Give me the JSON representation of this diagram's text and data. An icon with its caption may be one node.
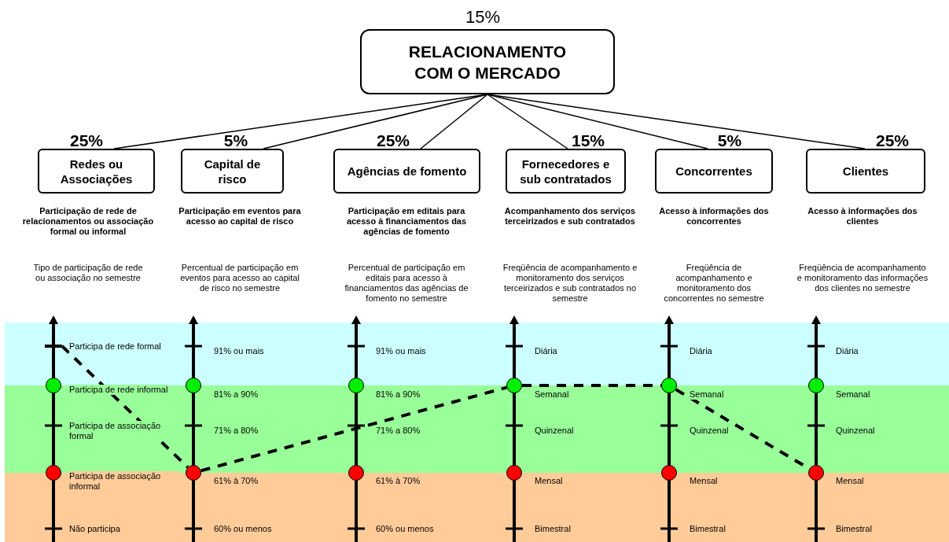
{
  "diagram": {
    "nodes": [
      {
        "text": [
          "RELACIONAMENTO COM O MERCADO"
        ],
        "beside": [
          "15%"
        ]
      },
      {
        "text": [
          "Redes ou Associações"
        ],
        "beside": [
          "25%",
          "Participação de rede de relacionamentos ou associação formal ou informal"
        ]
      },
      {
        "text": [
          "Capital de risco"
        ],
        "beside": [
          "5%",
          "Participação em eventos para acesso ao capital de risco"
        ]
      },
      {
        "text": [
          "Agências de fomento"
        ],
        "beside": [
          "25%",
          "Participação em editais para acesso à financiamentos das agências de fomento"
        ]
      },
      {
        "text": [
          "Fornecedores e sub contratados"
        ],
        "beside": [
          "15%",
          "Acompanhamento dos serviços terceirizados e sub contratados"
        ]
      },
      {
        "text": [
          "Concorrentes"
        ],
        "beside": [
          "5%",
          "Acesso à informações dos concorrentes"
        ]
      },
      {
        "text": [
          "Clientes"
        ],
        "beside": [
          "25%",
          "Acesso à informações dos clientes"
        ]
      },
      {
        "text": [],
        "shape": "circle"
      },
      {
        "text": [],
        "shape": "circle"
      },
      {
        "text": [],
        "shape": "circle"
      },
      {
        "text": [],
        "shape": "circle"
      },
      {
        "text": [],
        "shape": "circle"
      },
      {
        "text": [],
        "shape": "circle"
      },
      {
        "text": [],
        "shape": "circle"
      },
      {
        "text": [],
        "shape": "circle"
      },
      {
        "text": [],
        "shape": "circle"
      },
      {
        "text": [],
        "shape": "circle"
      },
      {
        "text": [],
        "shape": "circle"
      },
      {
        "text": [],
        "shape": "circle"
      },
      {
        "text": [],
        "shape": "bar"
      }
    ],
    "edges": [
      {
        "from": 0,
        "to": 1,
        "arrow": "none"
      },
      {
        "from": 0,
        "to": 2,
        "arrow": "none"
      },
      {
        "from": 0,
        "to": 3,
        "arrow": "none"
      },
      {
        "from": 0,
        "to": 4,
        "arrow": "none"
      },
      {
        "from": 0,
        "to": 5,
        "arrow": "none"
      },
      {
        "from": 0,
        "to": 6,
        "arrow": "none"
      },
      {
        "from": 19,
        "to": 10,
        "arrow": "none",
        "style": "dashed"
      },
      {
        "from": 10,
        "to": 13,
        "arrow": "none",
        "style": "dashed"
      },
      {
        "from": 13,
        "to": 15,
        "arrow": "none",
        "style": "dashed"
      },
      {
        "from": 15,
        "to": 18,
        "arrow": "none",
        "style": "dashed"
      }
    ],
    "labels": [
      "Tipo de participação de rede ou associação no semestre",
      "Percentual de participação em eventos para acesso ao capital de risco no semestre",
      "Percentual de participação em editais para acesso à financiamentos das agências de fomento no semestre",
      "Freqüência de acompanhamento e monitoramento dos serviços terceirizados e sub contratados no semestre",
      "Freqüência de acompanhamento e monitoramento dos concorrentes no semestre",
      "Freqüência de acompanhamento e monitoramento das informações dos clientes no semestre",
      "Participa de rede formal",
      "Participa de rede informal",
      "Participa de associação formal",
      "Participa de associação informal",
      "Não participa",
      "91% ou mais",
      "81% a 90%",
      "71% a 80%",
      "61% à 70%",
      "60% ou menos",
      "91% ou mais",
      "81% a 90%",
      "71% a 80%",
      "61% à 70%",
      "60% ou menos",
      "Diária",
      "Semanal",
      "Quinzenal",
      "Mensal",
      "Bimestral",
      "Diária",
      "Semanal",
      "Quinzenal",
      "Mensal",
      "Bimestral",
      "Diária",
      "Semanal",
      "Quinzenal",
      "Mensal",
      "Bimestral"
    ]
  }
}
